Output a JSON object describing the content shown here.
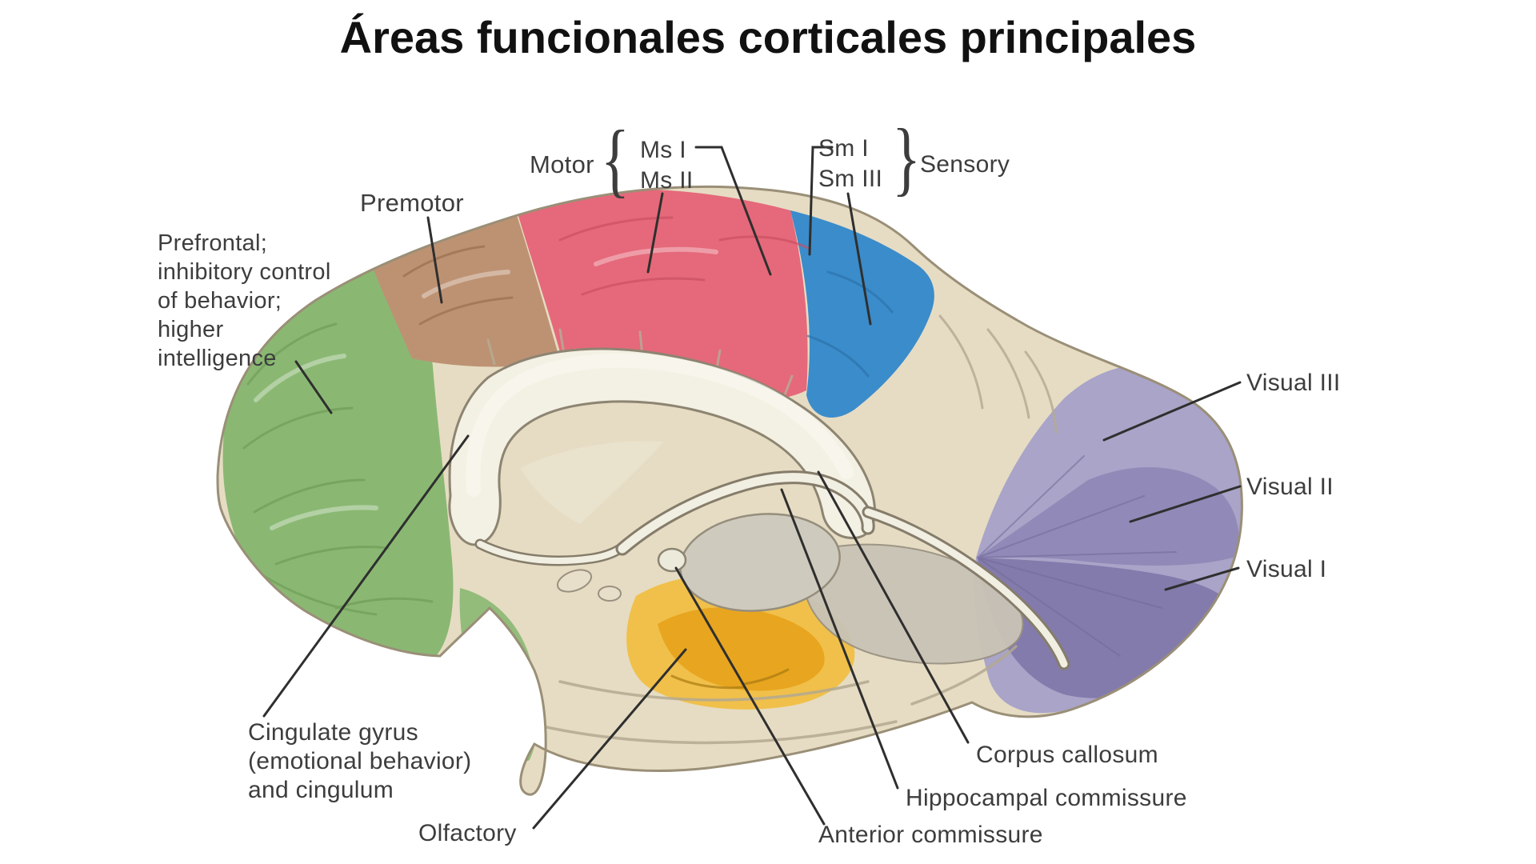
{
  "title": "Áreas funcionales corticales principales",
  "labels": {
    "motor": "Motor",
    "ms1": "Ms I",
    "ms2": "Ms II",
    "sm1": "Sm I",
    "sm3": "Sm III",
    "sensory": "Sensory",
    "premotor": "Premotor",
    "prefrontal": "Prefrontal;\ninhibitory control\nof behavior;\nhigher\nintelligence",
    "visual3": "Visual III",
    "visual2": "Visual II",
    "visual1": "Visual I",
    "cingulate": "Cingulate gyrus\n(emotional behavior)\nand cingulum",
    "olfactory": "Olfactory",
    "corpus_callosum": "Corpus callosum",
    "hippocampal_commissure": "Hippocampal commissure",
    "anterior_commissure": "Anterior commissure",
    "brace_open": "{",
    "brace_close": "}"
  },
  "colors": {
    "background": "#ffffff",
    "title_text": "#111111",
    "label_text": "#3d3d3d",
    "pointer_line": "#2f2f2f",
    "cortex": "#e6dcc3",
    "cortex_outline": "#9a8f77",
    "prefrontal_green": "#8ab873",
    "premotor_tan": "#bd9273",
    "motor_red": "#e5697a",
    "sensory_blue": "#3b8ccb",
    "visual_iii_purple": "#a9a4c8",
    "visual_ii_purple": "#918ab8",
    "visual_i_purple": "#837bac",
    "olfactory_yellow_outer": "#f0c04a",
    "olfactory_yellow_inner": "#e8a51f",
    "corpus_callosum_white": "#f3f0e4",
    "thalamus_gray": "#cfcabe",
    "midbrain_gray": "#c9c3b6"
  },
  "figure": {
    "type": "brain-medial-view-labeled-diagram",
    "regions_labeled": [
      "Prefrontal",
      "Premotor",
      "Motor (Ms I, Ms II)",
      "Sensory (Sm I, Sm III)",
      "Visual I",
      "Visual II",
      "Visual III",
      "Cingulate gyrus and cingulum",
      "Olfactory",
      "Corpus callosum",
      "Hippocampal commissure",
      "Anterior commissure"
    ]
  }
}
